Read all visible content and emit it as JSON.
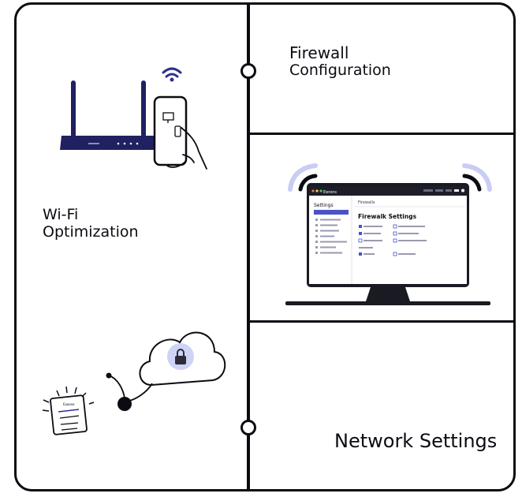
{
  "panels": {
    "wifi": {
      "line1": "Wi-Fi",
      "line2": "Optimization"
    },
    "firewall": {
      "line1": "Firewall",
      "line2": "Configuration"
    },
    "network": {
      "title": "Network Settings"
    }
  },
  "monitor": {
    "app_name": "Eerons",
    "sidebar_title": "Settings",
    "breadcrumb": "Firewalls",
    "heading": "Firewalk Settings"
  },
  "clipboard": {
    "title": "Eaasee"
  },
  "colors": {
    "outline": "#0b0b12",
    "accent": "#2f2f8f",
    "signal": "#c9cdf4",
    "router": "#1f2160"
  }
}
